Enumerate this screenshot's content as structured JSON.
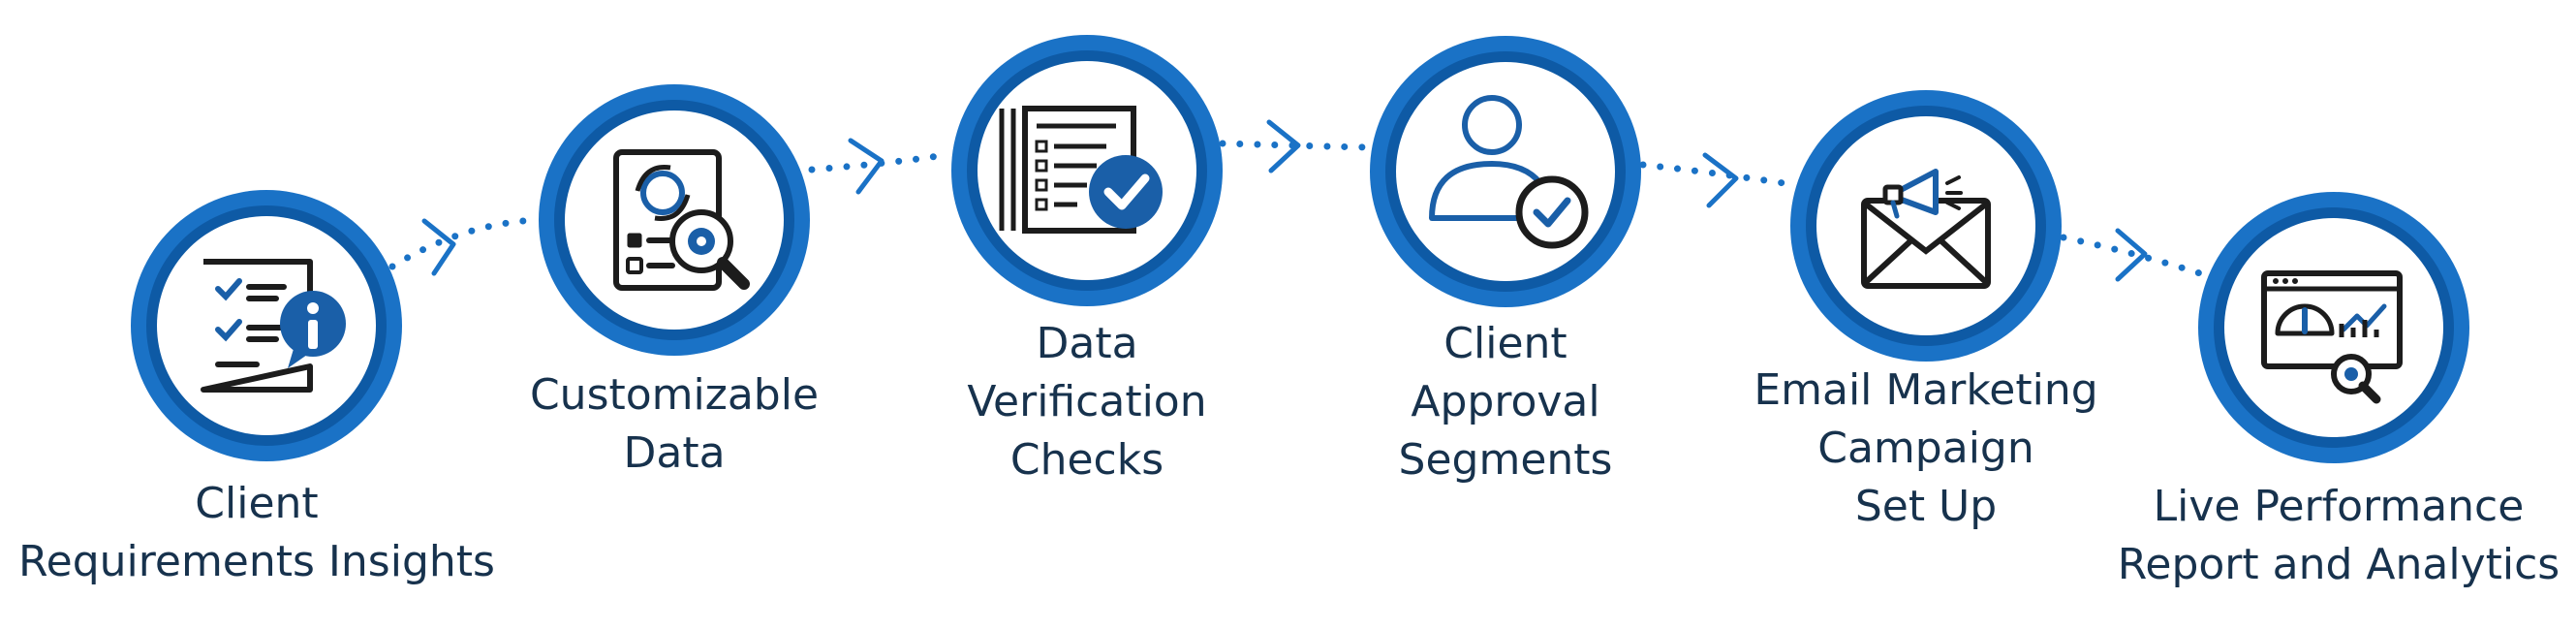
{
  "diagram": {
    "colors": {
      "ring_outer": "#1a72c6",
      "ring_inner": "#0e5aa5",
      "icon_dark": "#1c1c1c",
      "icon_accent": "#1a5fa8",
      "connector": "#1a72c6",
      "label_text": "#17324d"
    },
    "steps": [
      {
        "icon": "checklist-info-icon",
        "label_lines": [
          "Client",
          "Requirements Insights"
        ]
      },
      {
        "icon": "document-gear-search-icon",
        "label_lines": [
          "Customizable",
          "Data"
        ]
      },
      {
        "icon": "checklist-verified-icon",
        "label_lines": [
          "Data",
          "Verification",
          "Checks"
        ]
      },
      {
        "icon": "user-approved-icon",
        "label_lines": [
          "Client",
          "Approval",
          "Segments"
        ]
      },
      {
        "icon": "megaphone-envelope-icon",
        "label_lines": [
          "Email Marketing",
          "Campaign",
          "Set Up"
        ]
      },
      {
        "icon": "dashboard-analytics-icon",
        "label_lines": [
          "Live Performance",
          "Report and Analytics"
        ]
      }
    ]
  }
}
